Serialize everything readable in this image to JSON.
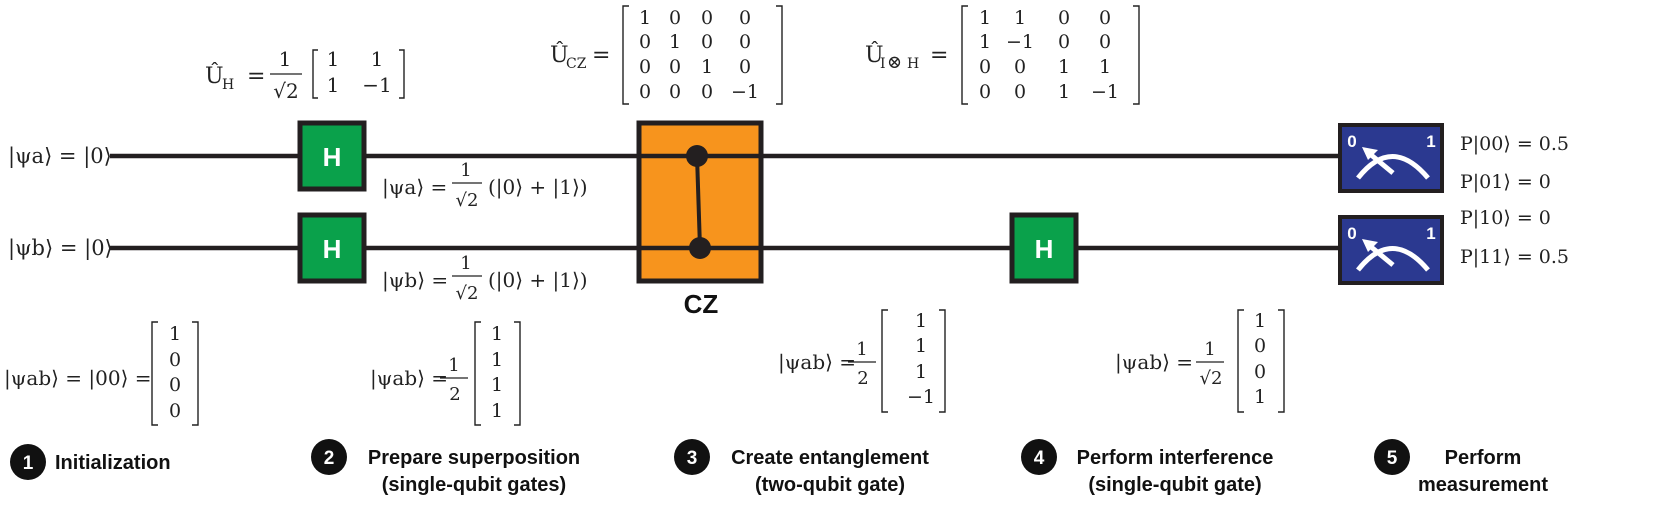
{
  "matrices": {
    "UH": {
      "label": "Û",
      "sub": "H",
      "eq": "=",
      "num": "1",
      "den": "√2",
      "rows": [
        [
          "1",
          "1"
        ],
        [
          "1",
          "−1"
        ]
      ]
    },
    "UCZ": {
      "label": "Û",
      "sub": "CZ",
      "eq": "=",
      "rows": [
        [
          "1",
          "0",
          "0",
          "0"
        ],
        [
          "0",
          "1",
          "0",
          "0"
        ],
        [
          "0",
          "0",
          "1",
          "0"
        ],
        [
          "0",
          "0",
          "0",
          "−1"
        ]
      ]
    },
    "UIH": {
      "label": "Û",
      "sub": "I",
      "sub_op": "⊗",
      "sub2": "H",
      "eq": "=",
      "rows": [
        [
          "1",
          "1",
          "0",
          "0"
        ],
        [
          "1",
          "−1",
          "0",
          "0"
        ],
        [
          "0",
          "0",
          "1",
          "1"
        ],
        [
          "0",
          "0",
          "1",
          "−1"
        ]
      ]
    }
  },
  "qubits": {
    "a_init": "|ψa⟩ = |0⟩",
    "b_init": "|ψb⟩ = |0⟩",
    "a_after": {
      "lhs": "|ψa⟩ =",
      "num": "1",
      "den": "√2",
      "rhs": "(|0⟩ + |1⟩)"
    },
    "b_after": {
      "lhs": "|ψb⟩ =",
      "num": "1",
      "den": "√2",
      "rhs": "(|0⟩ + |1⟩)"
    }
  },
  "gates": {
    "h_label": "H",
    "cz_label": "CZ"
  },
  "meter": {
    "left": "0",
    "right": "1"
  },
  "probabilities": [
    {
      "label": "P|00⟩ = 0.5"
    },
    {
      "label": "P|01⟩ = 0"
    },
    {
      "label": "P|10⟩ = 0"
    },
    {
      "label": "P|11⟩ = 0.5"
    }
  ],
  "states": [
    {
      "lhs": "|ψab⟩ = |00⟩ =",
      "num": "",
      "den": "",
      "vec": [
        "1",
        "0",
        "0",
        "0"
      ]
    },
    {
      "lhs": "|ψab⟩ =",
      "num": "1",
      "den": "2",
      "vec": [
        "1",
        "1",
        "1",
        "1"
      ]
    },
    {
      "lhs": "|ψab⟩ =",
      "num": "1",
      "den": "2",
      "vec": [
        "1",
        "1",
        "1",
        "−1"
      ]
    },
    {
      "lhs": "|ψab⟩ =",
      "num": "1",
      "den": "√2",
      "vec": [
        "1",
        "0",
        "0",
        "1"
      ]
    }
  ],
  "steps": [
    {
      "num": "1",
      "line1": "Initialization",
      "line2": ""
    },
    {
      "num": "2",
      "line1": "Prepare superposition",
      "line2": "(single-qubit gates)"
    },
    {
      "num": "3",
      "line1": "Create entanglement",
      "line2": "(two-qubit gate)"
    },
    {
      "num": "4",
      "line1": "Perform interference",
      "line2": "(single-qubit gate)"
    },
    {
      "num": "5",
      "line1": "Perform",
      "line2": "measurement"
    }
  ],
  "colors": {
    "h_gate": "#0aa14b",
    "cz_gate": "#f7941d",
    "meter": "#2b3990",
    "wire": "#231f20"
  }
}
